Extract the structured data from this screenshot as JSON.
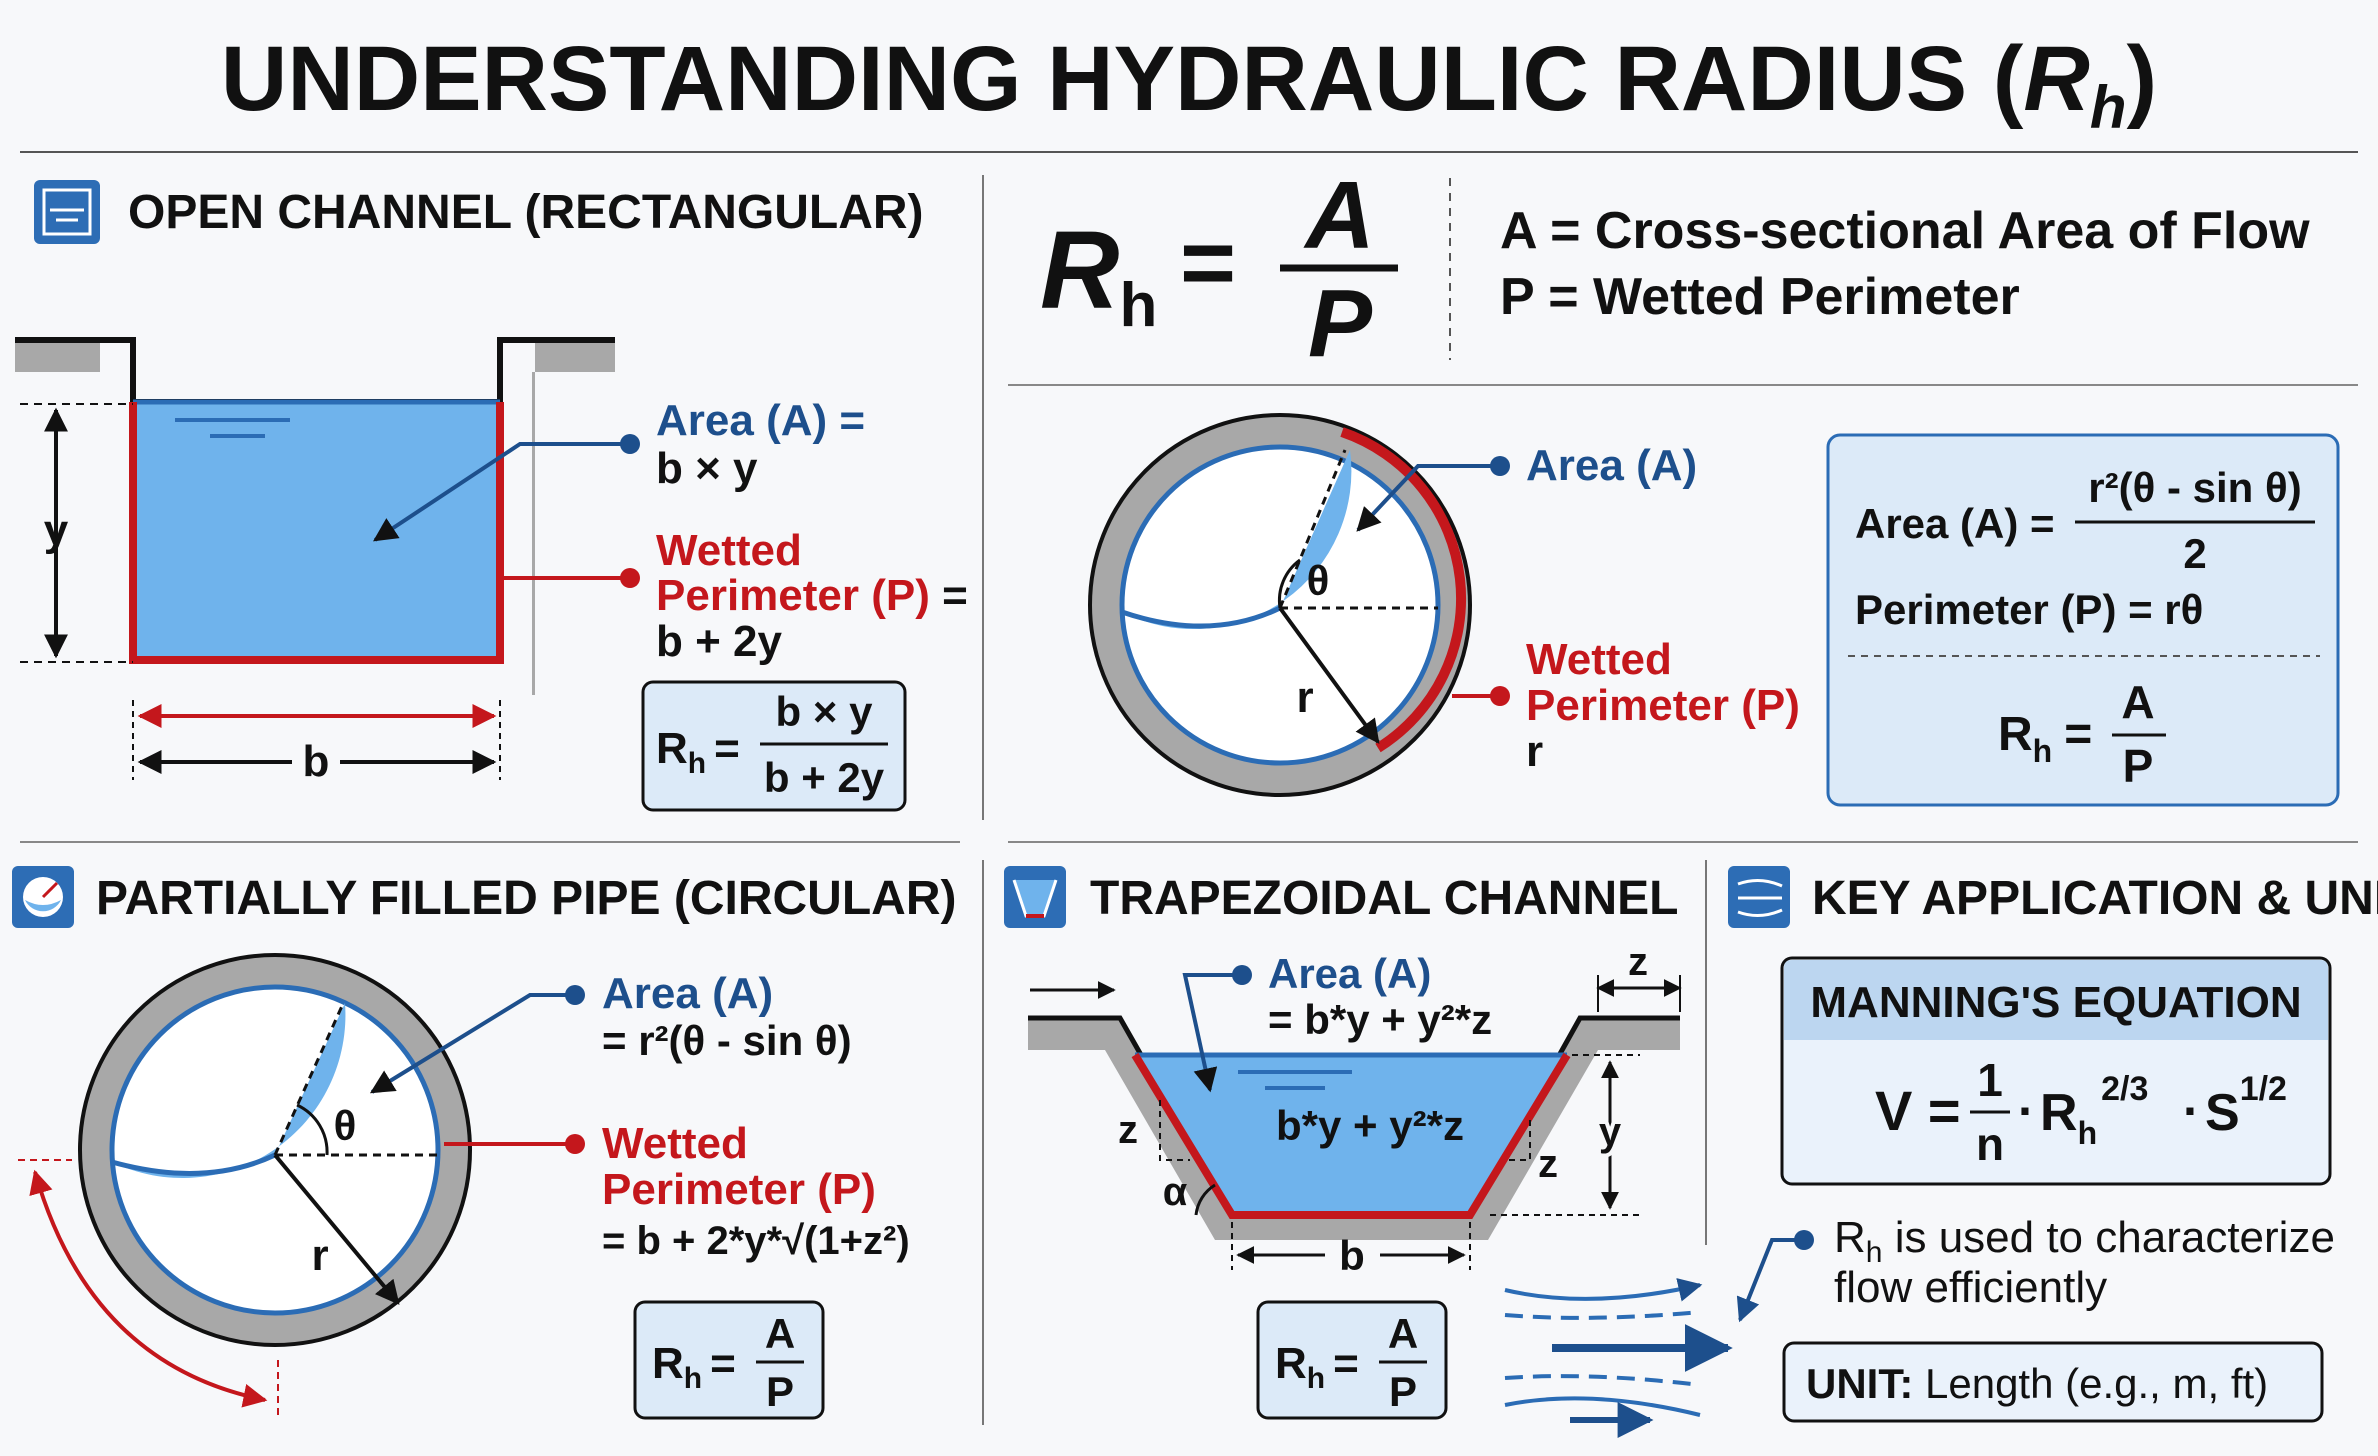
{
  "title": {
    "main": "UNDERSTANDING HYDRAULIC RADIUS (",
    "r": "R",
    "sub": "h",
    "close": ")"
  },
  "formula": {
    "lhs": "R",
    "lhs_sub": "h",
    "eq": "=",
    "num": "A",
    "den": "P",
    "def_a": "A = Cross-sectional Area of Flow",
    "def_p": "P = Wetted Perimeter"
  },
  "rect": {
    "heading": "OPEN CHANNEL (RECTANGULAR)",
    "area_l1": "Area (A) =",
    "area_l2": "b × y",
    "wet_l1": "Wetted",
    "wet_l2": "Perimeter (P)",
    "wet_eq": "=",
    "wet_l3": "b + 2y",
    "y": "y",
    "b": "b",
    "rh": "R",
    "rh_sub": "h",
    "rh_eq": "=",
    "rh_num": "b × y",
    "rh_den": "b + 2y"
  },
  "pipe_top": {
    "area": "Area (A)",
    "theta": "θ",
    "r": "r",
    "wet_l1": "Wetted",
    "wet_l2": "Perimeter (P)",
    "wet_l3": "r",
    "box_area_label": "Area (A) =",
    "box_area_num": "r²(θ - sin θ)",
    "box_area_den": "2",
    "box_perim": "Perimeter (P) = rθ",
    "rh": "R",
    "rh_sub": "h",
    "rh_eq": "=",
    "rh_num": "A",
    "rh_den": "P"
  },
  "pipe": {
    "heading": "PARTIALLY FILLED PIPE (CIRCULAR)",
    "area_l1": "Area (A)",
    "area_l2": "= r²(θ - sin θ)",
    "theta": "θ",
    "r": "r",
    "wet_l1": "Wetted",
    "wet_l2": "Perimeter (P)",
    "wet_l3": "= b + 2*y*√(1+z²)",
    "rh": "R",
    "rh_sub": "h",
    "rh_eq": "=",
    "rh_num": "A",
    "rh_den": "P"
  },
  "trap": {
    "heading": "TRAPEZOIDAL CHANNEL",
    "area_l1": "Area (A)",
    "area_l2": "= b*y + y²*z",
    "inner": "b*y + y²*z",
    "z_top": "z",
    "z_left": "z",
    "z_right": "z",
    "alpha": "α",
    "y": "y",
    "b": "b",
    "rh": "R",
    "rh_sub": "h",
    "rh_eq": "=",
    "rh_num": "A",
    "rh_den": "P"
  },
  "key": {
    "heading": "KEY APPLICATION & UNIT",
    "manning_title": "MANNING'S EQUATION",
    "v": "V =",
    "one": "1",
    "n": "n",
    "dot1": "·",
    "rh": "R",
    "rh_sub": "h",
    "rh_exp": "2/3",
    "dot2": "·",
    "s": "S",
    "s_exp": "1/2",
    "note_rh": "R",
    "note_sub": "h",
    "note_l1": " is used to characterize",
    "note_l2": "flow efficiently",
    "unit_label": "UNIT:",
    "unit_value": " Length (e.g., m, ft)"
  },
  "colors": {
    "water": "#6fb3ec",
    "water_edge": "#2b6cb5",
    "red": "#c4171c",
    "navy": "#1d4f8c",
    "wall": "#a8a8a8",
    "box_bg": "#dceaf8"
  }
}
